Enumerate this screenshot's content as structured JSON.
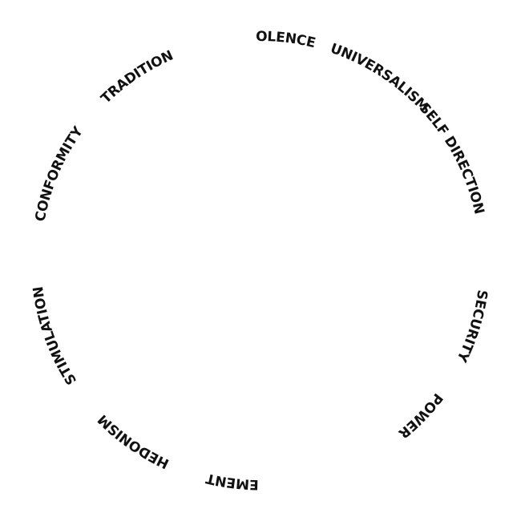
{
  "diagram": {
    "text_color": "#111111",
    "background": "#ffffff",
    "values": [
      {
        "label": "BENEVOLENCE"
      },
      {
        "label": "UNIVERSALISM"
      },
      {
        "label": "SELF DIRECTION"
      },
      {
        "label": "STIMULATION"
      },
      {
        "label": "HEDONISM"
      },
      {
        "label": "ACHIEVEMENT"
      },
      {
        "label": "POWER"
      },
      {
        "label": "SECURITY"
      },
      {
        "label": "CONFORMITY"
      },
      {
        "label": "TRADITION"
      }
    ]
  }
}
